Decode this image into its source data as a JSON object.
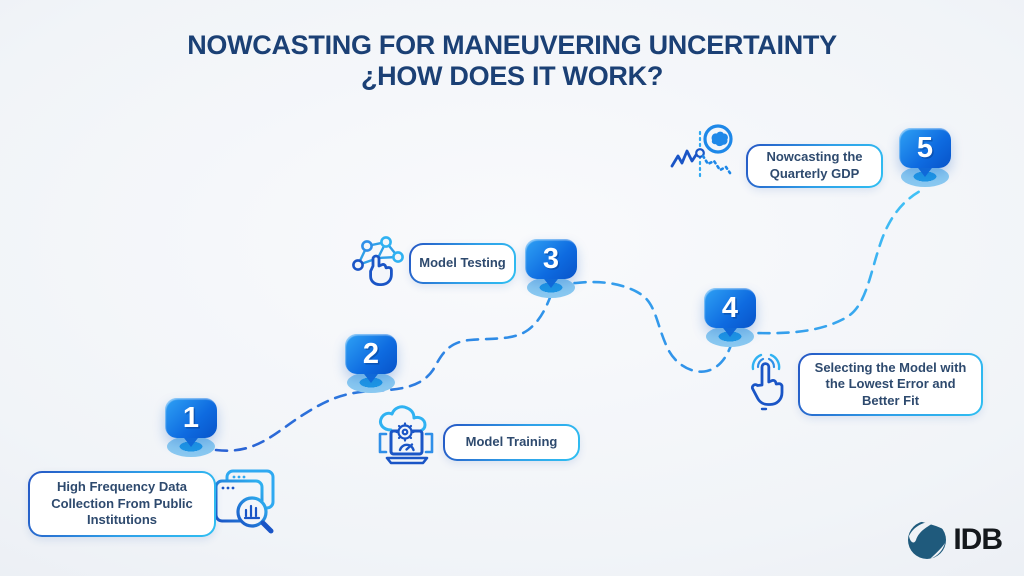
{
  "title": {
    "line1": "NOWCASTING FOR MANEUVERING UNCERTAINTY",
    "line2": "¿HOW DOES IT WORK?"
  },
  "steps": [
    {
      "number": "1",
      "label": "High Frequency Data Collection From Public Institutions",
      "icon": "browser-chart-magnifier-icon"
    },
    {
      "number": "2",
      "label": "Model Training",
      "icon": "cloud-laptop-gear-icon"
    },
    {
      "number": "3",
      "label": "Model Testing",
      "icon": "network-pointer-hand-icon"
    },
    {
      "number": "4",
      "label": "Selecting the Model with the Lowest Error and Better Fit",
      "icon": "tap-hand-icon"
    },
    {
      "number": "5",
      "label": "Nowcasting the Quarterly GDP",
      "icon": "forecast-chart-brain-icon"
    }
  ],
  "logo": {
    "text": "IDB"
  },
  "colors": {
    "title_navy": "#1b4075",
    "badge_gradient_start": "#2fa2f5",
    "badge_gradient_end": "#0853c9",
    "label_border_start": "#2556c4",
    "label_border_end": "#2fbff2",
    "label_text": "#2e4a6e",
    "path_dark": "#2a62d4",
    "path_light": "#41c2f6",
    "logo_globe": "#1f5a7c",
    "background": "#eff2f6"
  }
}
